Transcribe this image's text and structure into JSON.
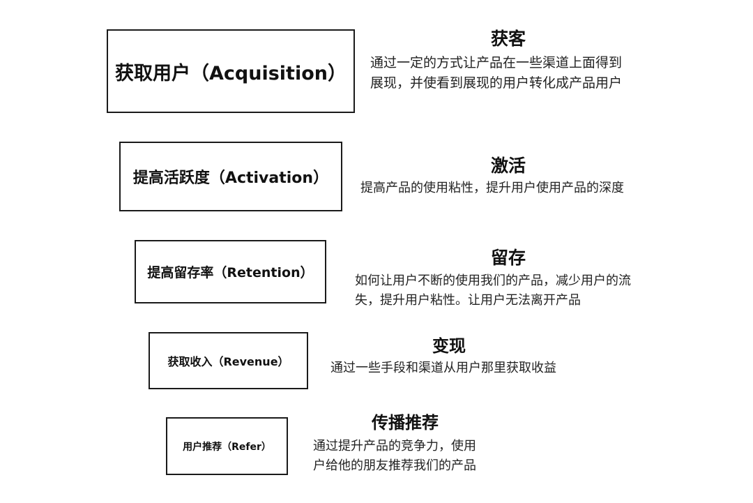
{
  "stages": [
    {
      "box_label": "获取用户（Acquisition）",
      "title": "获客",
      "desc_lines": [
        "通过一定的方式让产品在一些渠道上面得到",
        "展现，并使看到展现的用户转化成产品用户"
      ]
    },
    {
      "box_label": "提高活跃度（Activation）",
      "title": "激活",
      "desc_lines": [
        "提高产品的使用粘性，提升用户使用产品的深度"
      ]
    },
    {
      "box_label": "提高留存率（Retention）",
      "title": "留存",
      "desc_lines": [
        "如何让用户不断的使用我们的产品，减少用户的流",
        "失，提升用户粘性。让用户无法离开产品"
      ]
    },
    {
      "box_label": "获取收入（Revenue）",
      "title": "变现",
      "desc_lines": [
        "通过一些手段和渠道从用户那里获取收益"
      ]
    },
    {
      "box_label": "用户推荐（Refer）",
      "title": "传播推荐",
      "desc_lines": [
        "通过提升产品的竞争力，使用",
        "户给他的朋友推荐我们的产品"
      ]
    }
  ]
}
